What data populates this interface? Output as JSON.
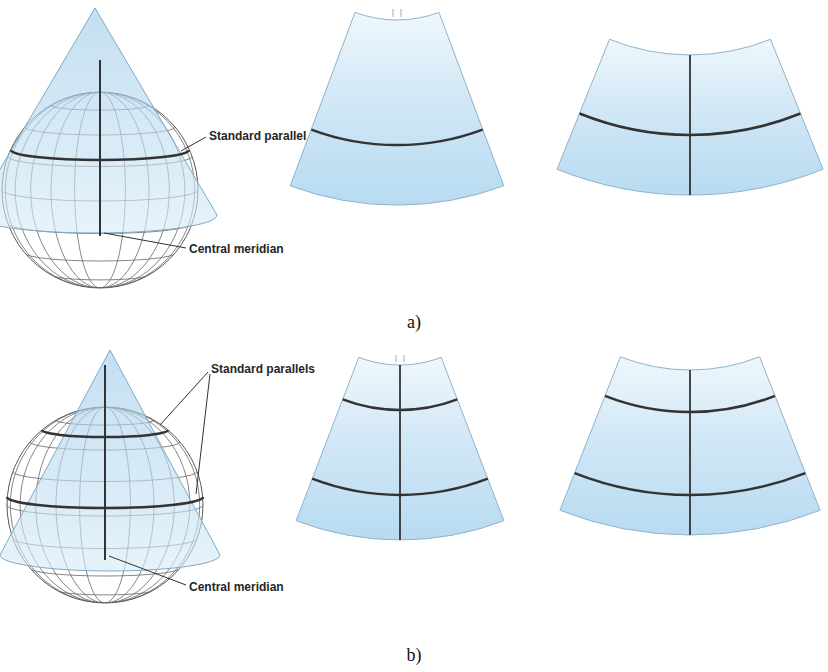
{
  "diagram": {
    "labels": [
      "Standard parallel",
      "Central meridian",
      "a)",
      "Standard parallels",
      "Central meridian",
      "b)"
    ]
  }
}
